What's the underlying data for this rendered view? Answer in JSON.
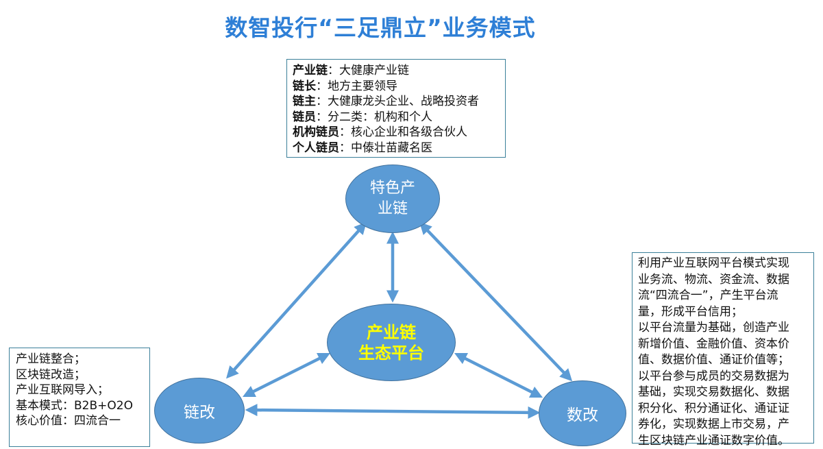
{
  "title": "数智投行“三足鼎立”业务模式",
  "top_box": {
    "lines": [
      {
        "key": "产业链",
        "value": "：大健康产业链"
      },
      {
        "key": "链长",
        "value": "：地方主要领导"
      },
      {
        "key": "链主",
        "value": "：大健康龙头企业、战略投资者"
      },
      {
        "key": "链员",
        "value": "：分二类：机构和个人"
      },
      {
        "key": "机构链员",
        "value": "：核心企业和各级合伙人"
      },
      {
        "key": "个人链员",
        "value": "：中傣壮苗藏名医"
      }
    ]
  },
  "left_box": {
    "lines": [
      "产业链整合；",
      "区块链改造；",
      "产业互联网导入；",
      "基本模式：B2B+O2O",
      "核心价值：四流合一"
    ]
  },
  "right_box": {
    "lines": [
      "利用产业互联网平台模式实现",
      "业务流、物流、资金流、数据",
      "流“四流合一”，产生平台流",
      "量，形成平台信用；",
      "以平台流量为基础，创造产业",
      "新增价值、金融价值、资本价",
      "值、数据价值、通证价值等；",
      "以平台参与成员的交易数据为",
      "基础，实现交易数据化、数据",
      "积分化、积分通证化、通证证",
      "券化，实现数据上市交易，产",
      "生区块链产业通证数字价值。"
    ]
  },
  "nodes": {
    "top": {
      "line1": "特色产",
      "line2": "业链"
    },
    "center": {
      "line1": "产业链",
      "line2": "生态平台"
    },
    "left": "链改",
    "right": "数改"
  },
  "colors": {
    "title": "#2e7fd6",
    "node_fill": "#5b9bd5",
    "center_text": "#ffff00",
    "arrow": "#5b9bd5"
  }
}
